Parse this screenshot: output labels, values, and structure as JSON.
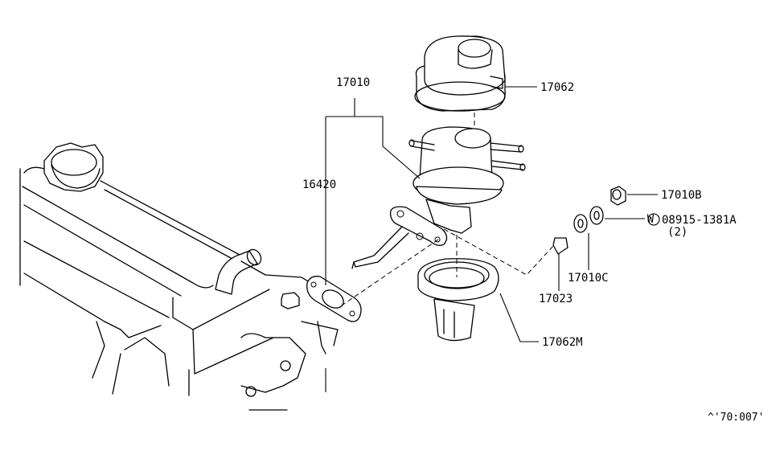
{
  "diagram": {
    "parts": {
      "fuel_pump_assembly": "17010",
      "cover": "17062",
      "bracket_spacer": "16420",
      "nut": "17010B",
      "lock_washer": "08915-1381A",
      "lock_washer_qty": "(2)",
      "lock_washer_prefix": "W",
      "washer": "17010C",
      "stud": "17023",
      "cover_lower": "17062M"
    },
    "reference_code": "^'70:007'"
  }
}
